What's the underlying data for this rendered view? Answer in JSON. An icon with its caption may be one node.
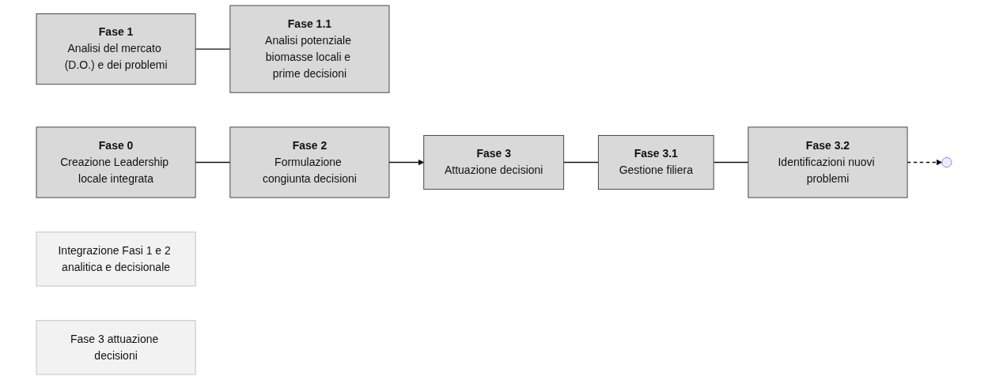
{
  "diagram": {
    "nodes": [
      {
        "text": [
          "Fase 0",
          "Creazione Leadership locale integrata"
        ]
      },
      {
        "text": [
          "Fase 1",
          "Analisi del mercato (D.O.) e dei problemi"
        ]
      },
      {
        "text": [
          "Fase 1.1",
          "Analisi potenziale biomasse locali e prime decisioni"
        ]
      },
      {
        "text": [
          "Fase 2",
          "Formulazione congiunta decisioni"
        ]
      },
      {
        "text": [
          "Fase 3",
          "Attuazione decisioni"
        ]
      },
      {
        "text": [
          "Fase 3.1",
          "Gestione filiera"
        ]
      },
      {
        "text": [
          "Fase 3.2",
          "Identificazioni nuovi problemi"
        ]
      },
      {
        "text": [
          "Integrazione Fasi 1 e 2 analitica e decisionale"
        ]
      },
      {
        "text": [
          "Fase 3 attuazione decisioni"
        ]
      }
    ],
    "edges": [
      {
        "from": 0,
        "to": 3,
        "arrow": "none"
      },
      {
        "from": 1,
        "to": 2,
        "arrow": "none"
      },
      {
        "from": 3,
        "to": 4,
        "arrow": "to"
      },
      {
        "from": 4,
        "to": 5,
        "arrow": "none"
      },
      {
        "from": 5,
        "to": 6,
        "arrow": "none"
      },
      {
        "from": 6,
        "to": null,
        "arrow": "to",
        "style": "dashed"
      }
    ]
  }
}
